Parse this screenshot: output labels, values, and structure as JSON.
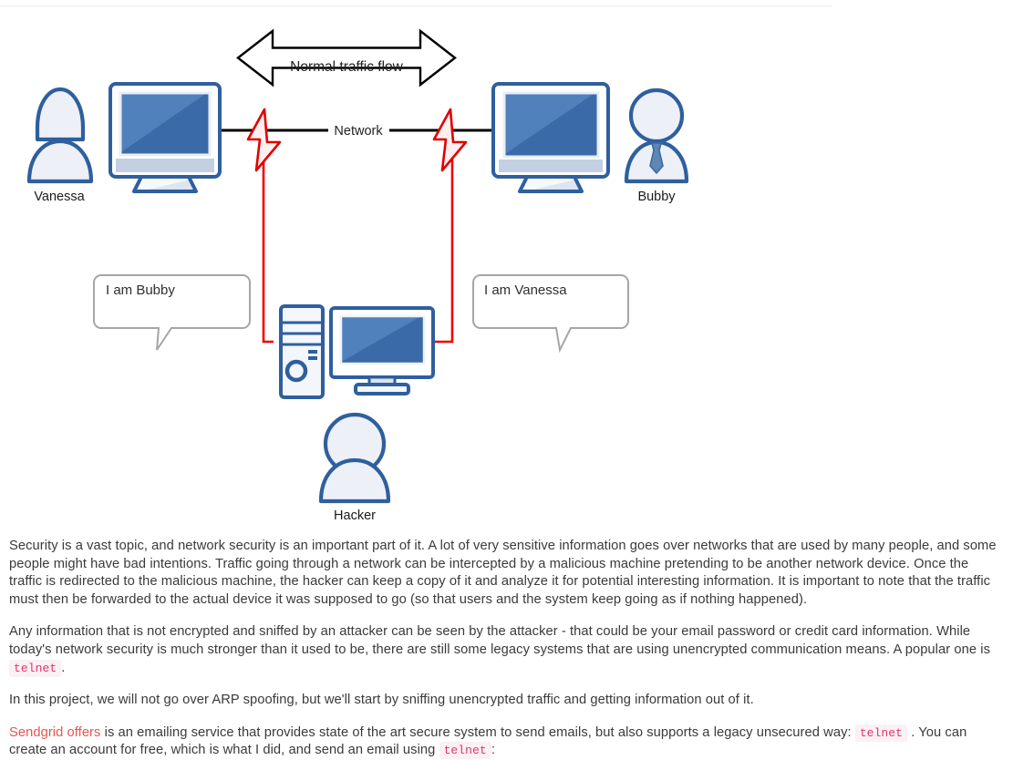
{
  "diagram": {
    "title": "Man-in-the-middle ARP spoofing network diagram",
    "arrow_label": "Normal traffic flow",
    "network_label": "Network",
    "nodes": {
      "left_person": "Vanessa",
      "right_person": "Bubby",
      "attacker_person": "Hacker"
    },
    "bubbles": {
      "left": "I am Bubby",
      "right": "I am Vanessa"
    },
    "colors": {
      "device_outline": "#2f5f9e",
      "device_screen_light": "#4f7fbb",
      "device_screen_dark": "#3a6ba8",
      "device_fill": "#eef2f7",
      "attack_path": "#ee0000",
      "bolt_fill": "#fdf0f0",
      "bolt_stroke": "#e00000",
      "bubble_stroke": "#a6a6a6",
      "link_black": "#000000"
    }
  },
  "prose": {
    "p1": "Security is a vast topic, and network security is an important part of it. A lot of very sensitive information goes over networks that are used by many people, and some people might have bad intentions. Traffic going through a network can be intercepted by a malicious machine pretending to be another network device. Once the traffic is redirected to the malicious machine, the hacker can keep a copy of it and analyze it for potential interesting information. It is important to note that the traffic must then be forwarded to the actual device it was supposed to go (so that users and the system keep going as if nothing happened).",
    "p2_a": "Any information that is not encrypted and sniffed by an attacker can be seen by the attacker - that could be your email password or credit card information. While today's network security is much stronger than it used to be, there are still some legacy systems that are using unencrypted communication means. A popular one is",
    "p2_code": "telnet",
    "p2_b": ".",
    "p3": "In this project, we will not go over ARP spoofing, but we'll start by sniffing unencrypted traffic and getting information out of it.",
    "p4_link": "Sendgrid offers",
    "p4_a": "is an emailing service that provides state of the art secure system to send emails, but also supports a legacy unsecured way:",
    "p4_code1": "telnet",
    "p4_b": ". You can create an account for free, which is what I did, and send an email using",
    "p4_code2": "telnet",
    "p4_c": ":"
  }
}
